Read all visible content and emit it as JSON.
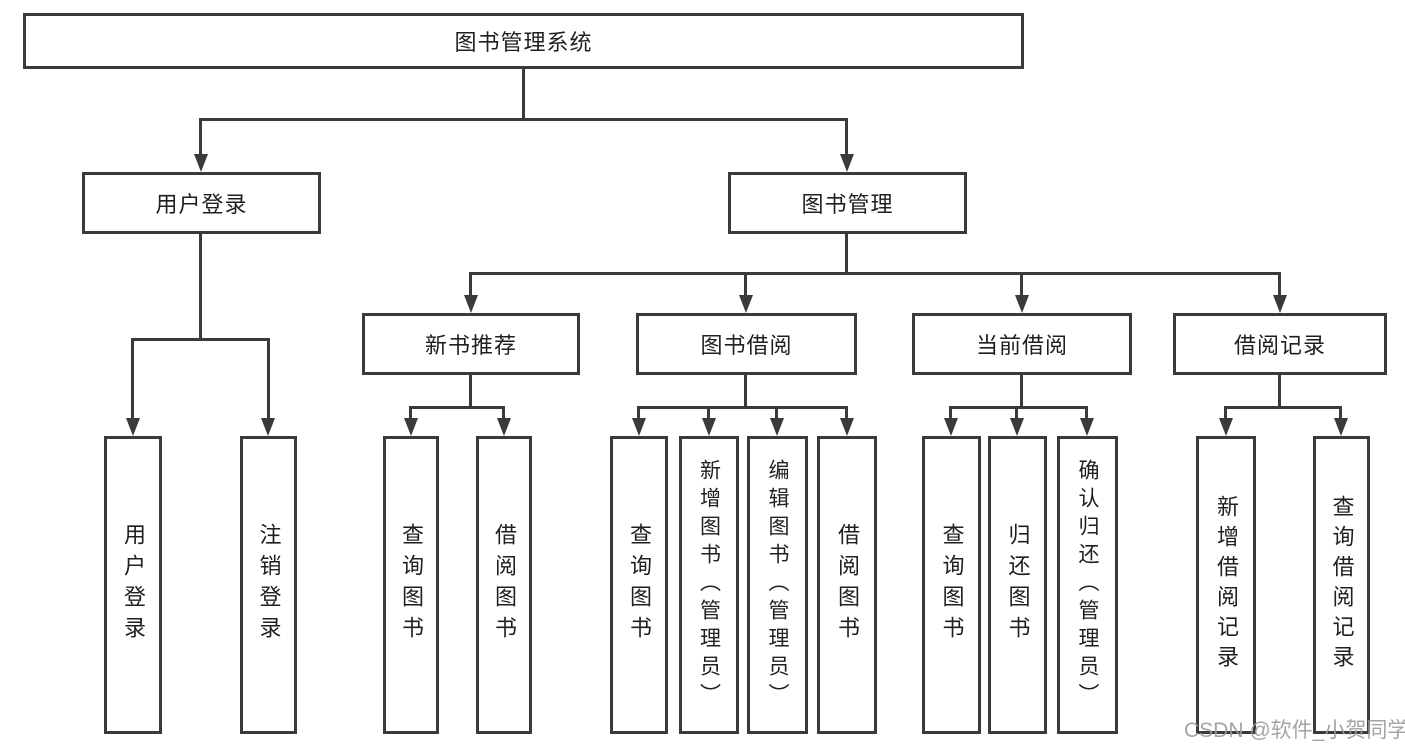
{
  "diagram": {
    "type": "tree-diagram",
    "nodes": {
      "root": "图书管理系统",
      "user_login": "用户登录",
      "book_management": "图书管理",
      "new_book_recommend": "新书推荐",
      "book_borrow": "图书借阅",
      "current_borrow": "当前借阅",
      "borrow_record": "借阅记录",
      "leaf_user_login": "用户登录",
      "leaf_logout_login": "注销登录",
      "leaf_query_book_a": "查询图书",
      "leaf_borrow_book_a": "借阅图书",
      "leaf_query_book_b": "查询图书",
      "leaf_add_book_admin": "新增图书（管理员）",
      "leaf_edit_book_admin": "编辑图书（管理员）",
      "leaf_borrow_book_b": "借阅图书",
      "leaf_query_book_c": "查询图书",
      "leaf_return_book": "归还图书",
      "leaf_confirm_return_admin": "确认归还（管理员）",
      "leaf_add_borrow_record": "新增借阅记录",
      "leaf_query_borrow_record": "查询借阅记录"
    },
    "hierarchy": {
      "图书管理系统": {
        "用户登录": [
          "用户登录",
          "注销登录"
        ],
        "图书管理": {
          "新书推荐": [
            "查询图书",
            "借阅图书"
          ],
          "图书借阅": [
            "查询图书",
            "新增图书（管理员）",
            "编辑图书（管理员）",
            "借阅图书"
          ],
          "当前借阅": [
            "查询图书",
            "归还图书",
            "确认归还（管理员）"
          ],
          "借阅记录": [
            "新增借阅记录",
            "查询借阅记录"
          ]
        }
      }
    },
    "colors": {
      "line": "#3a3a3a",
      "box_background": "#ffffff",
      "text": "#1f1f1f",
      "watermark": "#9b9b9b"
    }
  },
  "watermark": {
    "text": "CSDN @软件_小贺同学"
  }
}
